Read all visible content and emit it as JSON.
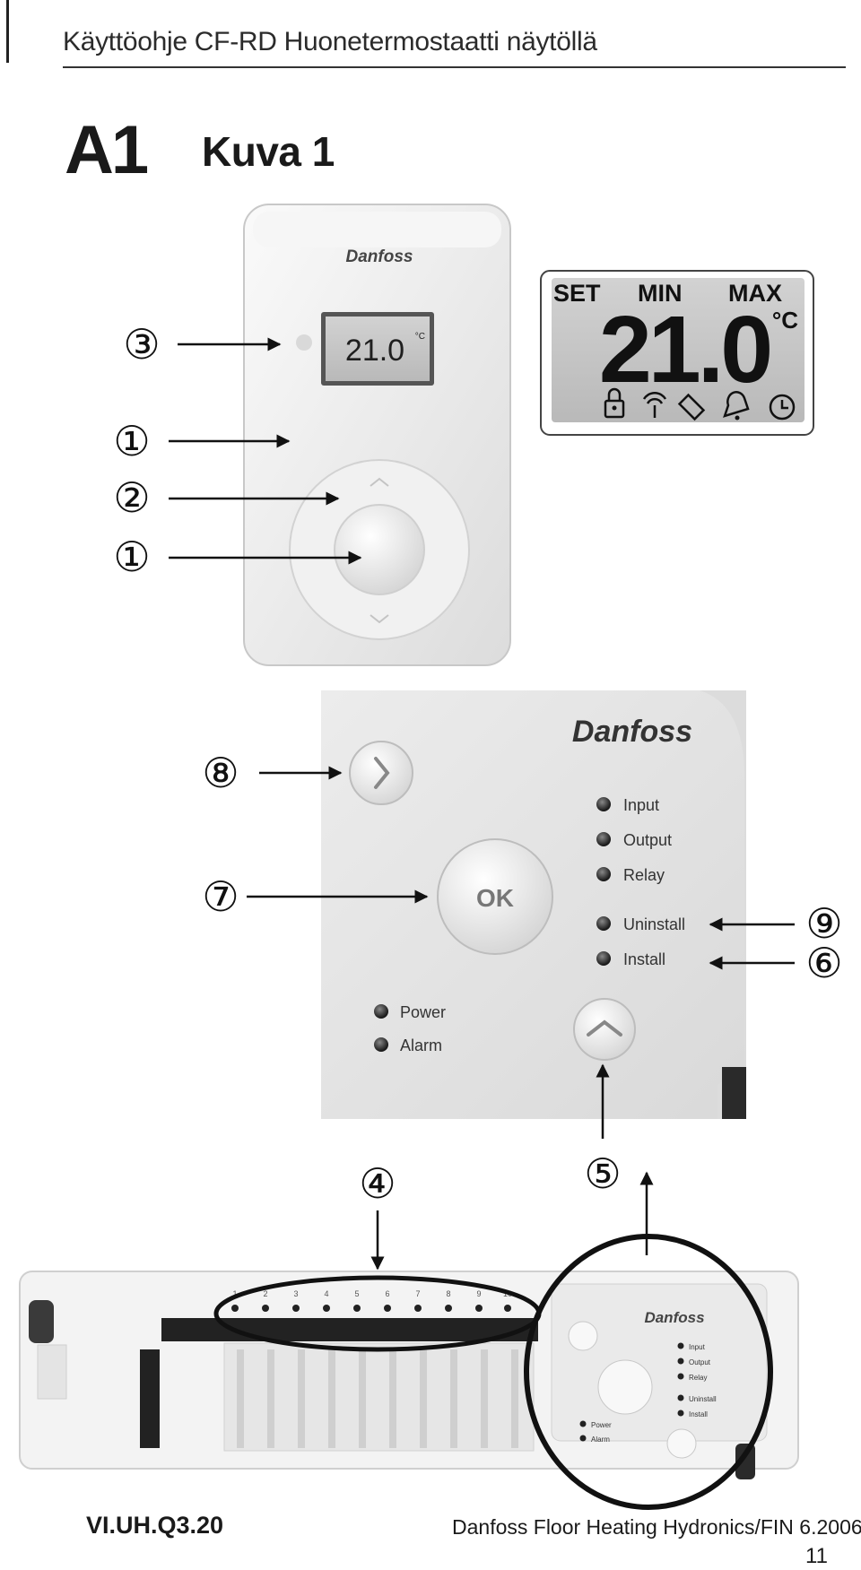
{
  "header": {
    "title": "Käyttöohje CF-RD Huonetermostaatti näytöllä"
  },
  "section": {
    "code": "A1",
    "figure_title": "Kuva 1"
  },
  "thermostat": {
    "brand": "Danfoss",
    "display_temp": "21.0",
    "display_unit": "°C",
    "zoom_labels": {
      "set": "SET",
      "min": "MIN",
      "max": "MAX"
    },
    "zoom_temp": "21.0",
    "zoom_unit": "°C"
  },
  "callouts": {
    "c1": "①",
    "c2": "②",
    "c3": "③",
    "c4": "④",
    "c5": "⑤",
    "c6": "⑥",
    "c7": "⑦",
    "c8": "⑧",
    "c9": "⑨"
  },
  "controller": {
    "brand": "Danfoss",
    "ok_label": "OK",
    "leds": [
      "Input",
      "Output",
      "Relay",
      "Uninstall",
      "Install"
    ],
    "power_label": "Power",
    "alarm_label": "Alarm"
  },
  "master_unit": {
    "brand": "Danfoss",
    "channels": [
      "1",
      "2",
      "3",
      "4",
      "5",
      "6",
      "7",
      "8",
      "9",
      "10"
    ],
    "leds": [
      "Input",
      "Output",
      "Relay",
      "Uninstall",
      "Install"
    ],
    "power_label": "Power",
    "alarm_label": "Alarm"
  },
  "footer": {
    "code": "VI.UH.Q3.20",
    "company": "Danfoss Floor Heating Hydronics/FIN  6.2006",
    "page": "11"
  }
}
